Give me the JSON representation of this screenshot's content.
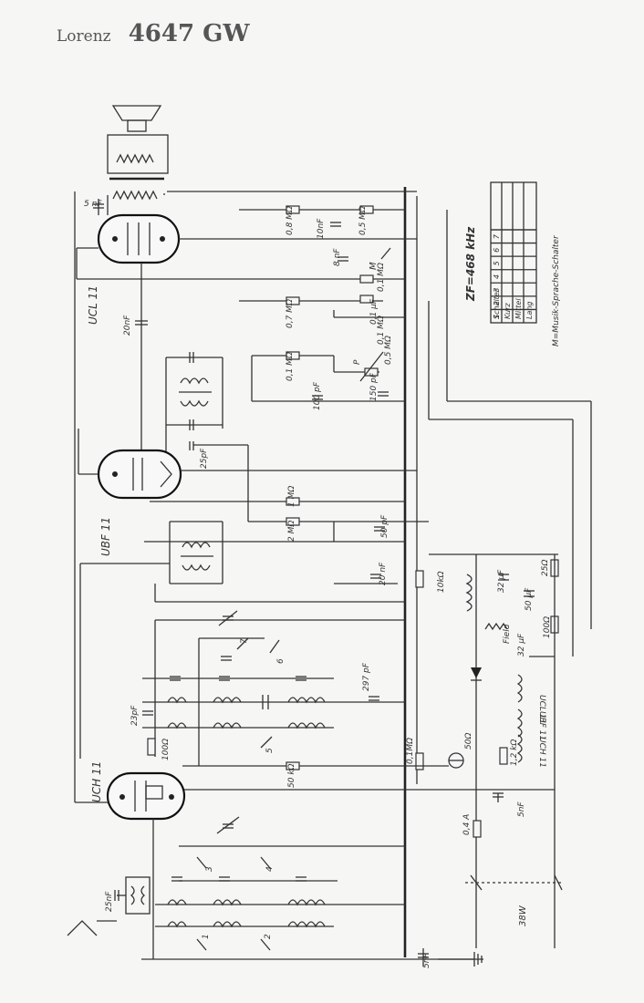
{
  "title": {
    "brand": "Lorenz",
    "model": "4647 GW"
  },
  "tubes": [
    "UCL 11",
    "UBF 11",
    "UCH 11"
  ],
  "if_note": "ZF=468 kHz",
  "switch_table": {
    "header": [
      "Schalter",
      "1",
      "2",
      "3",
      "4",
      "5",
      "6",
      "7"
    ],
    "rows": [
      "Kurz",
      "Mittel",
      "Lang"
    ],
    "footnote": "M=Musik-Sprache-Schalter"
  },
  "components": {
    "c_5nF_top": "5 nF",
    "r_08": "0,8 MΩ",
    "c_10nF": "10nF",
    "r_05": "0,5 MΩ",
    "c_8nF": "8 nF",
    "m_switch": "M",
    "c_20nF": "20nF",
    "r_07": "0,7 MΩ",
    "c_01uF": "0,1 µF",
    "r_01_a": "0,1 MΩ",
    "r_01_b": "0,1 MΩ",
    "r_05_b": "0,5 MΩ",
    "r_01_c": "0,1 MΩ",
    "c_100pF": "100 pF",
    "c_150pF": "150 pF",
    "c_25pF": "25pF",
    "r_1M": "1 MΩ",
    "r_2M": "2 MΩ",
    "c_50pF": "50 pF",
    "c_20nF_b": "20 nF",
    "r_10k": "10kΩ",
    "c_32uF": "32 µF",
    "c_50uF": "50 µF",
    "r_25": "25Ω",
    "field": "Field",
    "r_100": "100Ω",
    "c_32uF_b": "32 µF",
    "c_297pF": "297 pF",
    "c_23pF": "23pF",
    "r_100_b": "100Ω",
    "r_01M_b": "0,1MΩ",
    "r_50_bulb": "50Ω",
    "r_12k": "1,2 kΩ",
    "r_50k": "50 kΩ",
    "fuse": "0,4 A",
    "c_5nF_b": "5nF",
    "c_25nF": "25nF",
    "c_5nF_gnd": "5nF",
    "power": "38W",
    "heater_ucl": "UCL 11",
    "heater_ubf": "UBF 11",
    "heater_uch": "UCH 11",
    "sw1": "1",
    "sw2": "2",
    "sw3": "3",
    "sw4": "4",
    "sw5": "5",
    "sw6": "6",
    "sw7": "7"
  }
}
